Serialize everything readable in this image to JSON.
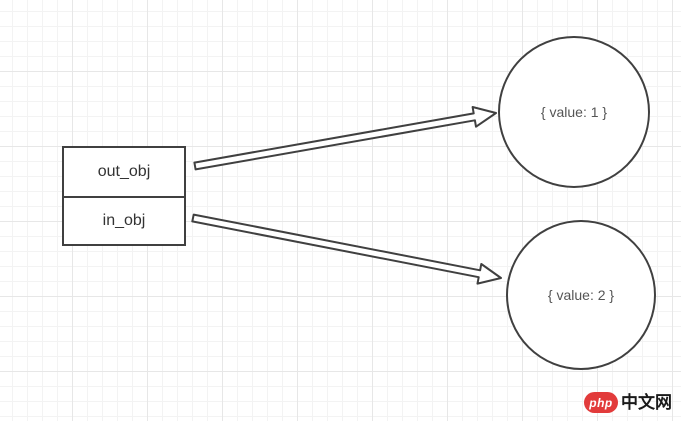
{
  "canvas": {
    "background_color": "#ffffff",
    "grid_minor_color": "#f3f3f3",
    "grid_major_color": "#e7e7e7"
  },
  "diagram": {
    "stroke_color": "#404040",
    "object_table": {
      "rows": [
        {
          "label": "out_obj"
        },
        {
          "label": "in_obj"
        }
      ]
    },
    "value_nodes": [
      {
        "label": "{ value: 1 }"
      },
      {
        "label": "{ value: 2 }"
      }
    ]
  },
  "watermark": {
    "logo_text": "php",
    "site_text": "中文网",
    "brand_color": "#e23b3b"
  }
}
